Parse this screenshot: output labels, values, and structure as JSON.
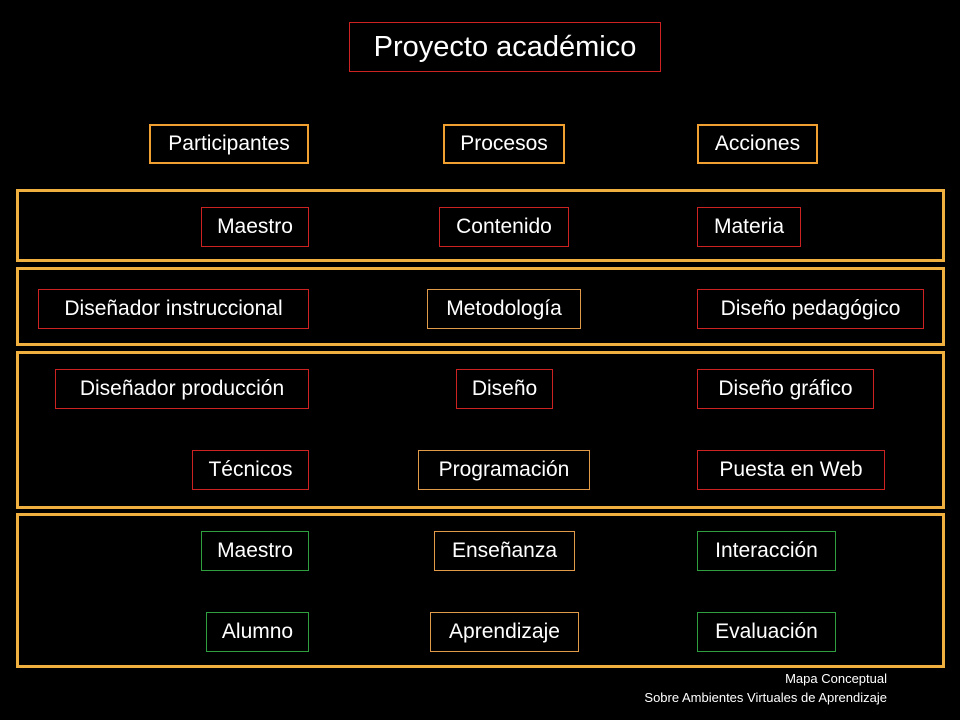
{
  "title": "Proyecto académico",
  "headers": {
    "participantes": "Participantes",
    "procesos": "Procesos",
    "acciones": "Acciones"
  },
  "rows": [
    {
      "participante": "Maestro",
      "proceso": "Contenido",
      "accion": "Materia"
    },
    {
      "participante": "Diseñador instruccional",
      "proceso": "Metodología",
      "accion": "Diseño pedagógico"
    },
    {
      "participante": "Diseñador producción",
      "proceso": "Diseño",
      "accion": "Diseño gráfico"
    },
    {
      "participante": "Técnicos",
      "proceso": "Programación",
      "accion": "Puesta en Web"
    },
    {
      "participante": "Maestro",
      "proceso": "Enseñanza",
      "accion": "Interacción"
    },
    {
      "participante": "Alumno",
      "proceso": "Aprendizaje",
      "accion": "Evaluación"
    }
  ],
  "footer": {
    "line1": "Mapa Conceptual",
    "line2": "Sobre Ambientes Virtuales de Aprendizaje"
  },
  "colors": {
    "background": "#000000",
    "band_border": "#f0b040",
    "header_border": "#f0a030",
    "red_border": "#cc2222",
    "tan_border": "#e09a4a",
    "green_border": "#2f9e3f"
  }
}
